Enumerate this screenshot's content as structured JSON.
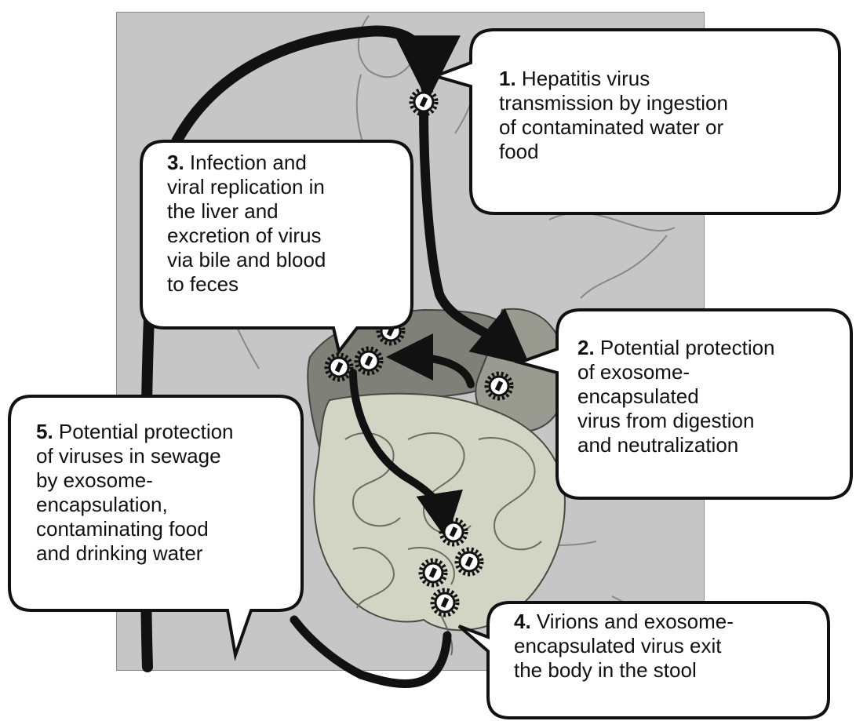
{
  "colors": {
    "background_panel": "#c6c6c6",
    "callout_fill": "#ffffff",
    "callout_stroke": "#111111",
    "arrow": "#111111",
    "organ_fill": "#8e8f84",
    "intestine_fill": "#d3d5c6",
    "virus_fill": "#ffffff"
  },
  "steps": [
    {
      "number": "1.",
      "text": "Hepatitis virus\ntransmission by ingestion\nof contaminated water or\nfood"
    },
    {
      "number": "2.",
      "text": "Potential protection\nof exosome-\nencapsulated\nvirus from digestion\nand neutralization"
    },
    {
      "number": "3.",
      "text": "Infection and\nviral replication in\nthe liver and\nexcretion of virus\nvia bile and blood\nto feces"
    },
    {
      "number": "4.",
      "text": "Virions and exosome-\nencapsulated virus exit\nthe body in the stool"
    },
    {
      "number": "5.",
      "text": "Potential protection\nof viruses in sewage\nby exosome-\nencapsulation,\ncontaminating food\nand drinking water"
    }
  ],
  "icons": {
    "virus": "virus-particle-icon",
    "arrow": "arrow-icon"
  }
}
